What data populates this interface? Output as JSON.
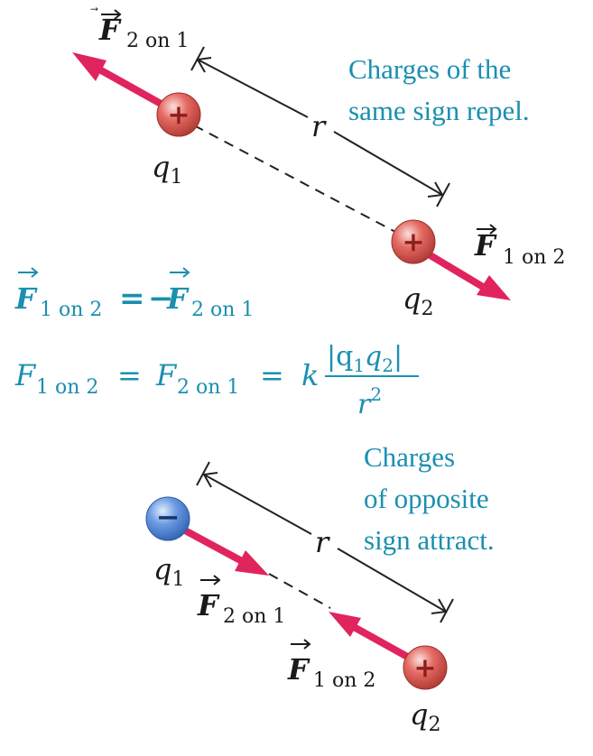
{
  "colors": {
    "caption": "#1a8fb0",
    "force_arrow": "#e0245e",
    "positive_charge": "#d9534f",
    "negative_charge": "#4a7fd4",
    "ink": "#1a1a1a"
  },
  "top": {
    "caption_lines": [
      "Charges of the",
      "same sign repel."
    ],
    "distance": "r",
    "q1": {
      "name": "q",
      "sub": "1",
      "sign": "+"
    },
    "q2": {
      "name": "q",
      "sub": "2",
      "sign": "+"
    },
    "force_on_1": {
      "symbol": "F",
      "sub": "2 on 1"
    },
    "force_on_2": {
      "symbol": "F",
      "sub": "1 on 2"
    }
  },
  "equations": {
    "eq1": {
      "lhs_sub": "1 on 2",
      "equals": "=",
      "minus": "−",
      "rhs_sub": "2 on 1"
    },
    "eq2": {
      "a_sub": "1 on 2",
      "b_sub": "2 on 1",
      "equals": "=",
      "k": "k",
      "num": "|q",
      "num_s1": "1",
      "num_q2": "q",
      "num_s2": "2",
      "num_end": "|",
      "den": "r",
      "den_exp": "2"
    }
  },
  "bottom": {
    "caption_lines": [
      "Charges",
      "of opposite",
      "sign attract."
    ],
    "distance": "r",
    "q1": {
      "name": "q",
      "sub": "1",
      "sign": "−"
    },
    "q2": {
      "name": "q",
      "sub": "2",
      "sign": "+"
    },
    "force_on_1": {
      "symbol": "F",
      "sub": "2 on 1"
    },
    "force_on_2": {
      "symbol": "F",
      "sub": "1 on 2"
    }
  }
}
